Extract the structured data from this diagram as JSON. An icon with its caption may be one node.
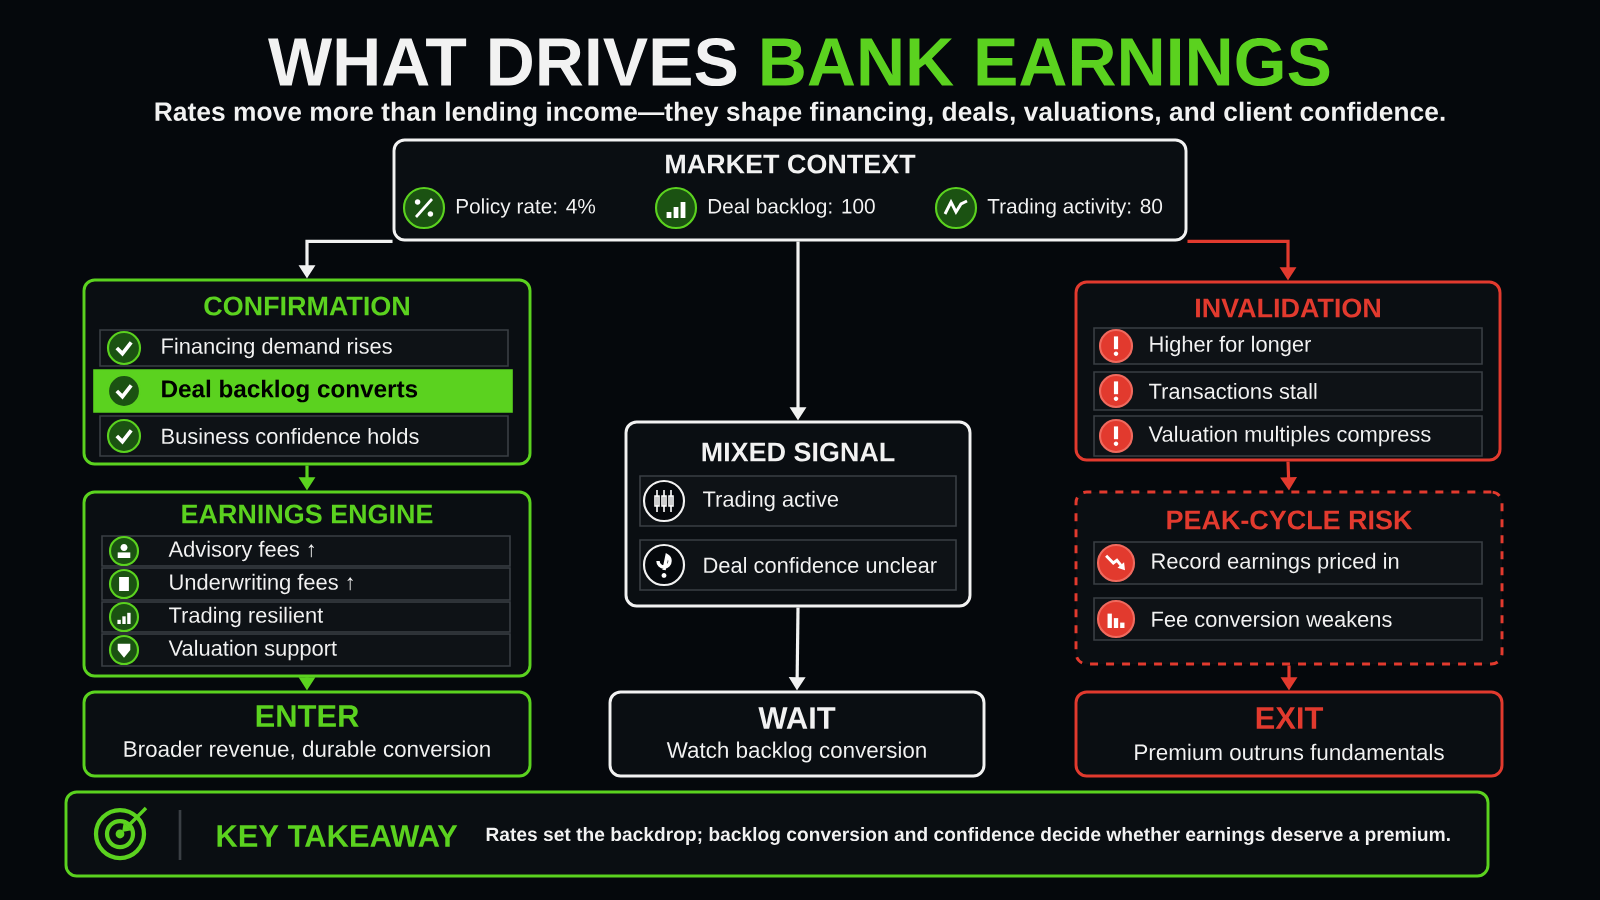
{
  "diagram": {
    "title": "WHAT DRIVES **BANK EARNINGS**",
    "nodes": [
      {
        "text": [
          "MARKET CONTEXT"
        ]
      },
      {
        "text": [
          "Policy rate: 4%"
        ],
        "in": 0
      },
      {
        "text": [
          "Deal backlog: 100"
        ],
        "in": 0
      },
      {
        "text": [
          "Trading activity: 80"
        ],
        "in": 0
      },
      {
        "text": [
          "CONFIRMATION"
        ]
      },
      {
        "text": [
          "Financing demand rises"
        ],
        "in": 4
      },
      {
        "text": [
          "Deal backlog converts"
        ],
        "in": 4
      },
      {
        "text": [
          "Business confidence holds"
        ],
        "in": 4
      },
      {
        "text": [
          "EARNINGS ENGINE"
        ]
      },
      {
        "text": [
          "Advisory fees ↑"
        ],
        "in": 8
      },
      {
        "text": [
          "Underwriting fees ↑"
        ],
        "in": 8
      },
      {
        "text": [
          "Trading resilient"
        ],
        "in": 8
      },
      {
        "text": [
          "Valuation support"
        ],
        "in": 8
      },
      {
        "text": [
          "ENTER",
          "Broader revenue, durable conversion"
        ]
      },
      {
        "text": [
          "MIXED SIGNAL"
        ]
      },
      {
        "text": [
          "Trading active"
        ],
        "in": 14
      },
      {
        "text": [
          "Deal confidence unclear"
        ],
        "in": 14
      },
      {
        "text": [
          "WAIT",
          "Watch backlog conversion"
        ]
      },
      {
        "text": [
          "INVALIDATION"
        ]
      },
      {
        "text": [
          "Higher for longer"
        ],
        "in": 18
      },
      {
        "text": [
          "Transactions stall"
        ],
        "in": 18
      },
      {
        "text": [
          "Valuation multiples compress"
        ],
        "in": 18
      },
      {
        "text": [
          "PEAK-CYCLE RISK"
        ]
      },
      {
        "text": [
          "Record earnings priced in"
        ],
        "in": 22
      },
      {
        "text": [
          "Fee conversion weakens"
        ],
        "in": 22
      },
      {
        "text": [
          "EXIT",
          "Premium outruns fundamentals"
        ]
      },
      {
        "text": [
          "KEY TAKEAWAY",
          "Rates set the backdrop; backlog conversion and confidence decide whether earnings deserve a premium."
        ]
      }
    ],
    "edges": [
      {
        "from": 0,
        "to": 4,
        "arrow": "to"
      },
      {
        "from": 0,
        "to": 14,
        "arrow": "to"
      },
      {
        "from": 0,
        "to": 18,
        "arrow": "to",
        "color": "#e23a2e"
      },
      {
        "from": 4,
        "to": 8,
        "arrow": "to",
        "color": "#5bd21f"
      },
      {
        "from": 8,
        "to": 13,
        "arrow": "to",
        "color": "#5bd21f"
      },
      {
        "from": 14,
        "to": 17,
        "arrow": "to"
      },
      {
        "from": 18,
        "to": 22,
        "arrow": "to",
        "color": "#e23a2e"
      },
      {
        "from": 22,
        "to": 25,
        "arrow": "to",
        "color": "#e23a2e"
      }
    ],
    "labels": [
      "Rates move more than lending income—they shape financing, deals, valuations, and client confidence."
    ]
  }
}
